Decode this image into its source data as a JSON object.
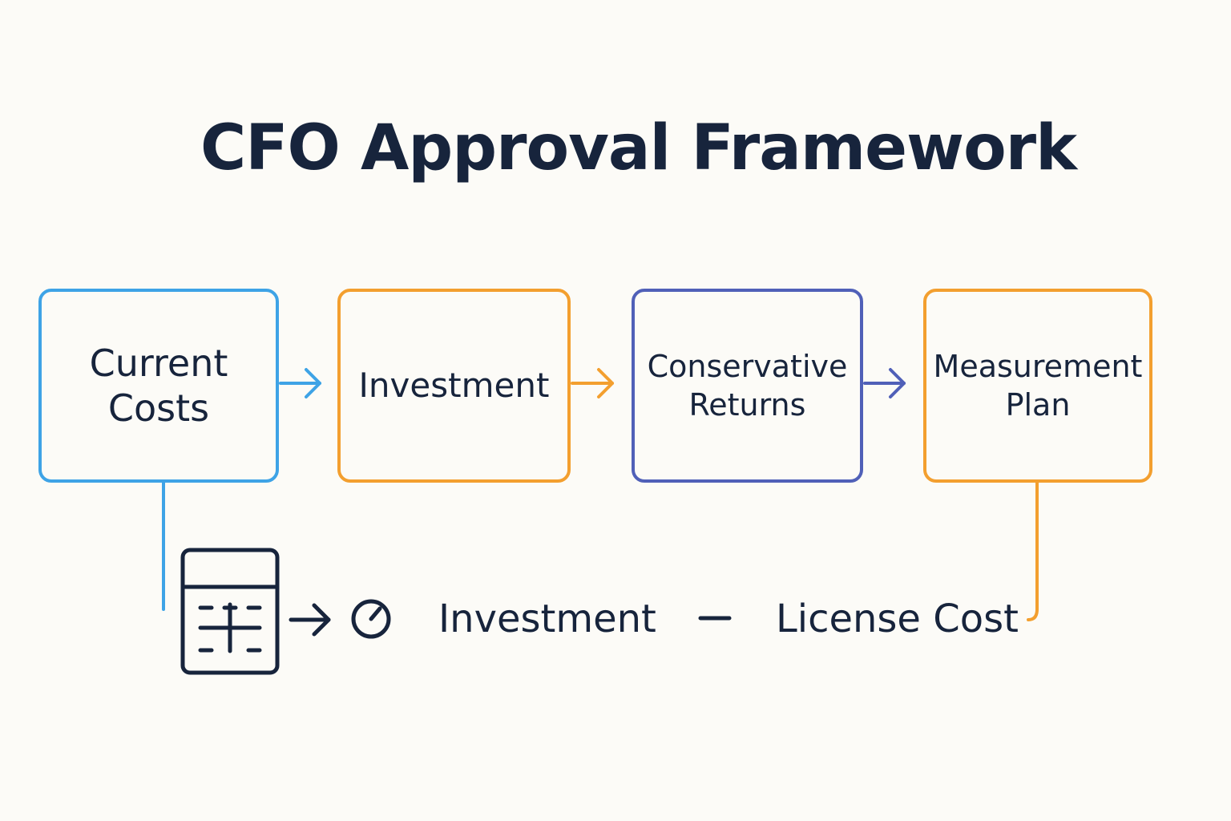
{
  "title": "CFO Approval Framework",
  "steps": [
    {
      "line1": "Current",
      "line2": "Costs",
      "color": "#3ea3e6"
    },
    {
      "line1": "Investment",
      "line2": "",
      "color": "#f39f2f"
    },
    {
      "line1": "Conservative",
      "line2": "Returns",
      "color": "#5060b8"
    },
    {
      "line1": "Measurement",
      "line2": "Plan",
      "color": "#f39f2f"
    }
  ],
  "formula": {
    "term1": "Investment",
    "term2": "License Cost",
    "icons": [
      "calculator-icon",
      "arrow-right-icon",
      "gauge-icon",
      "minus-icon"
    ]
  },
  "colors": {
    "text": "#17243c",
    "background": "#fcfbf7",
    "blue": "#3ea3e6",
    "orange": "#f39f2f",
    "indigo": "#5060b8"
  }
}
